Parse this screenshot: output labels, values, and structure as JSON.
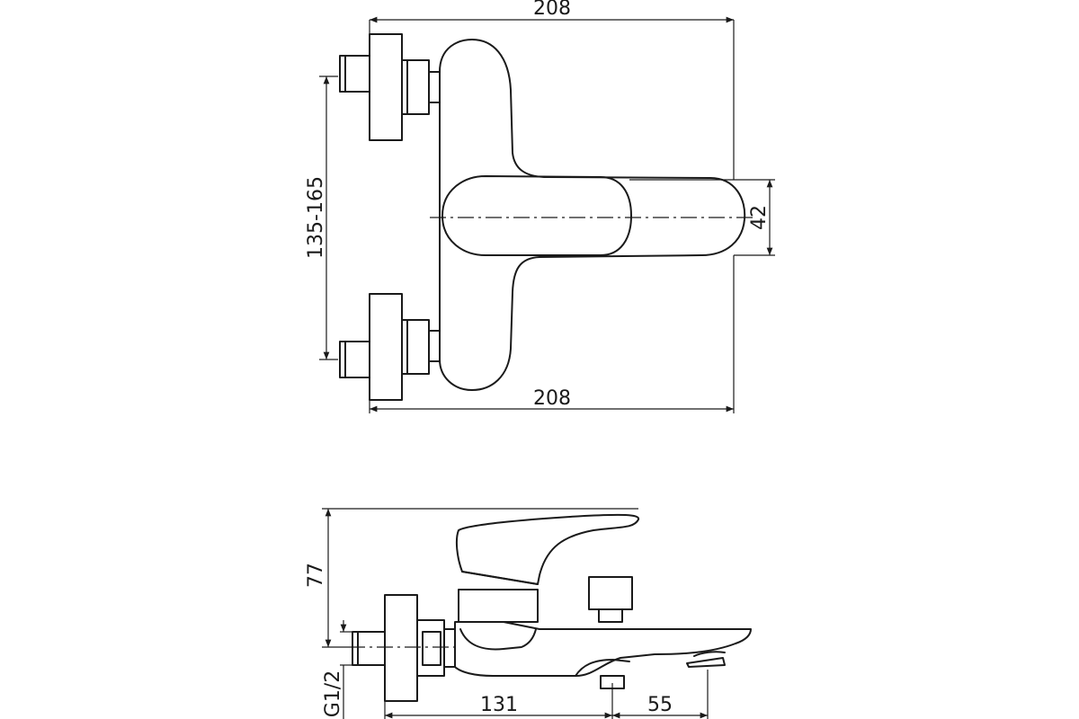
{
  "front_view": {
    "dim_top_width": "208",
    "dim_bottom_width": "208",
    "dim_inlet_spacing": "135-165",
    "dim_handle_height": "42"
  },
  "side_view": {
    "dim_height": "77",
    "dim_thread": "G1/2",
    "dim_depth_to_outlet": "131",
    "dim_outlet_extra": "55"
  }
}
